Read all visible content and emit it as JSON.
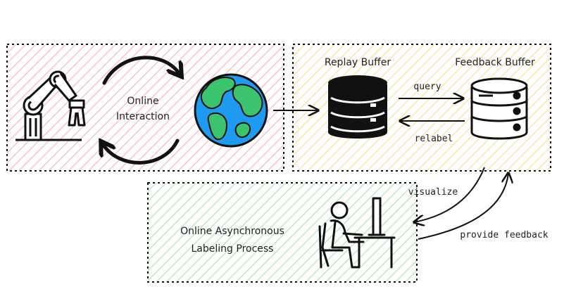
{
  "labels": {
    "online_interaction_line1": "Online",
    "online_interaction_line2": "Interaction",
    "replay_buffer": "Replay Buffer",
    "feedback_buffer": "Feedback Buffer",
    "query": "query",
    "relabel": "relabel",
    "visualize": "visualize",
    "provide_feedback": "provide feedback",
    "labeling_line1": "Online Asynchronous",
    "labeling_line2": "Labeling Process"
  },
  "colors": {
    "pink_region": "#f6c6cf",
    "yellow_region": "#f3ebb0",
    "green_region": "#bfe8c8",
    "earth_ocean": "#1e9bf0",
    "earth_land": "#3cc36e",
    "ink": "#111111"
  },
  "icons": {
    "robot": "robot-arm-icon",
    "earth": "globe-icon",
    "replay_db": "database-icon",
    "feedback_db": "server-icon",
    "person": "person-at-desk-icon"
  }
}
